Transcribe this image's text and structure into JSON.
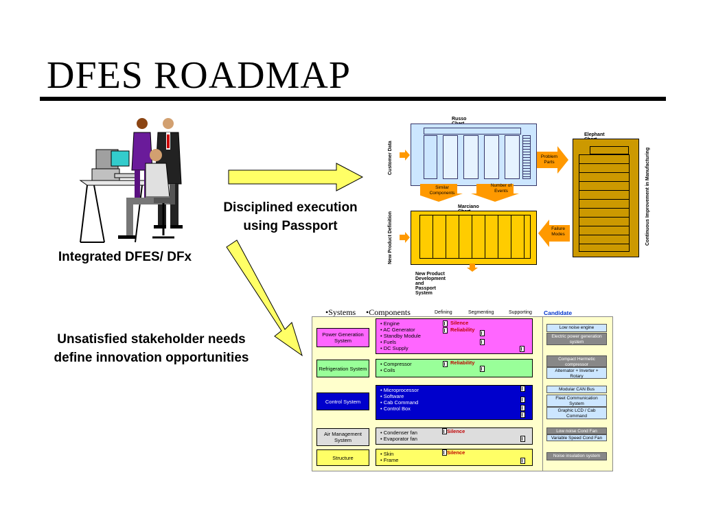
{
  "slide": {
    "title": "DFES  ROADMAP",
    "caption_left": "Integrated DFES/ DFx",
    "caption_middle": "Disciplined execution using Passport",
    "caption_lower": "Unsatisfied stakeholder needs define innovation opportunities"
  },
  "process_diagram": {
    "russo_chart": "Russo Chart",
    "elephant_chart": "Elephant Chart",
    "marciano_chart": "Marciano Chart",
    "customer_data": "Customer Data",
    "new_product_definition": "New Product Definition",
    "problem_parts": "Problem Parts",
    "similar_components": "Similar Components",
    "number_of_events": "Number of Events",
    "failure_modes": "Failure Modes",
    "continuous_improvement": "Continuous Improvement in Manufacturing",
    "bottom_label": "New Product Development and Passport System"
  },
  "roadmap": {
    "header_systems": "•Systems",
    "header_components": "•Components",
    "header_defining": "Defining",
    "header_segmenting": "Segmenting",
    "header_supporting": "Supporting",
    "header_candidate": "Candidate Technologies",
    "rows": [
      {
        "system": "Power Generation System",
        "components": [
          "Engine",
          "AC Generator",
          "Standby Module",
          "Fuels",
          "DC Supply"
        ],
        "color": "#ff66ff"
      },
      {
        "system": "Refrigeration System",
        "components": [
          "Compressor",
          "Coils"
        ],
        "color": "#99ff99"
      },
      {
        "system": "Control System",
        "components": [
          "Microprocessor",
          "Software",
          "Cab Command",
          "Control Box"
        ],
        "color": "#0000cc"
      },
      {
        "system": "Air Management System",
        "components": [
          "Condenser fan",
          "Evaporator fan"
        ],
        "color": "#dddddd"
      },
      {
        "system": "Structure",
        "components": [
          "Skin",
          "Frame"
        ],
        "color": "#ffff66"
      }
    ],
    "tags": {
      "silence": "Silence",
      "reliability": "Reliability"
    },
    "technologies": [
      "Low  noise engine",
      "Electric power generation system",
      "Compact Hermetic compressor",
      "Alternator + Inverter + Rotary",
      "Modular CAN Bus",
      "Fleet Communication System",
      "Graphic LCD / Cab Command",
      "Low  noise Cond Fan",
      "Variable Speed Cond Fan",
      "Noise insulation  system"
    ]
  },
  "colors": {
    "russo": "#cce6ff",
    "elephant": "#cc9900",
    "marciano": "#ffcc00",
    "arrow": "#ff9900",
    "yellow_arrow": "#ffff66"
  }
}
